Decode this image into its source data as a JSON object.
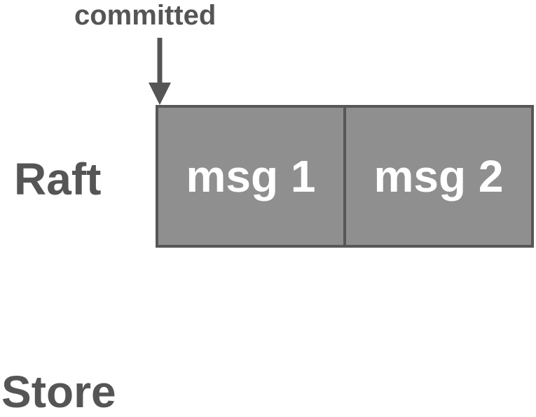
{
  "pointer": {
    "label": "committed"
  },
  "rows": {
    "raft_label": "Raft",
    "store_label": "Store"
  },
  "raft_log": {
    "entries": [
      "msg 1",
      "msg 2"
    ]
  },
  "colors": {
    "text": "#555555",
    "entry_fill": "#8f8f8f",
    "entry_border": "#575757",
    "entry_text": "#ffffff"
  }
}
